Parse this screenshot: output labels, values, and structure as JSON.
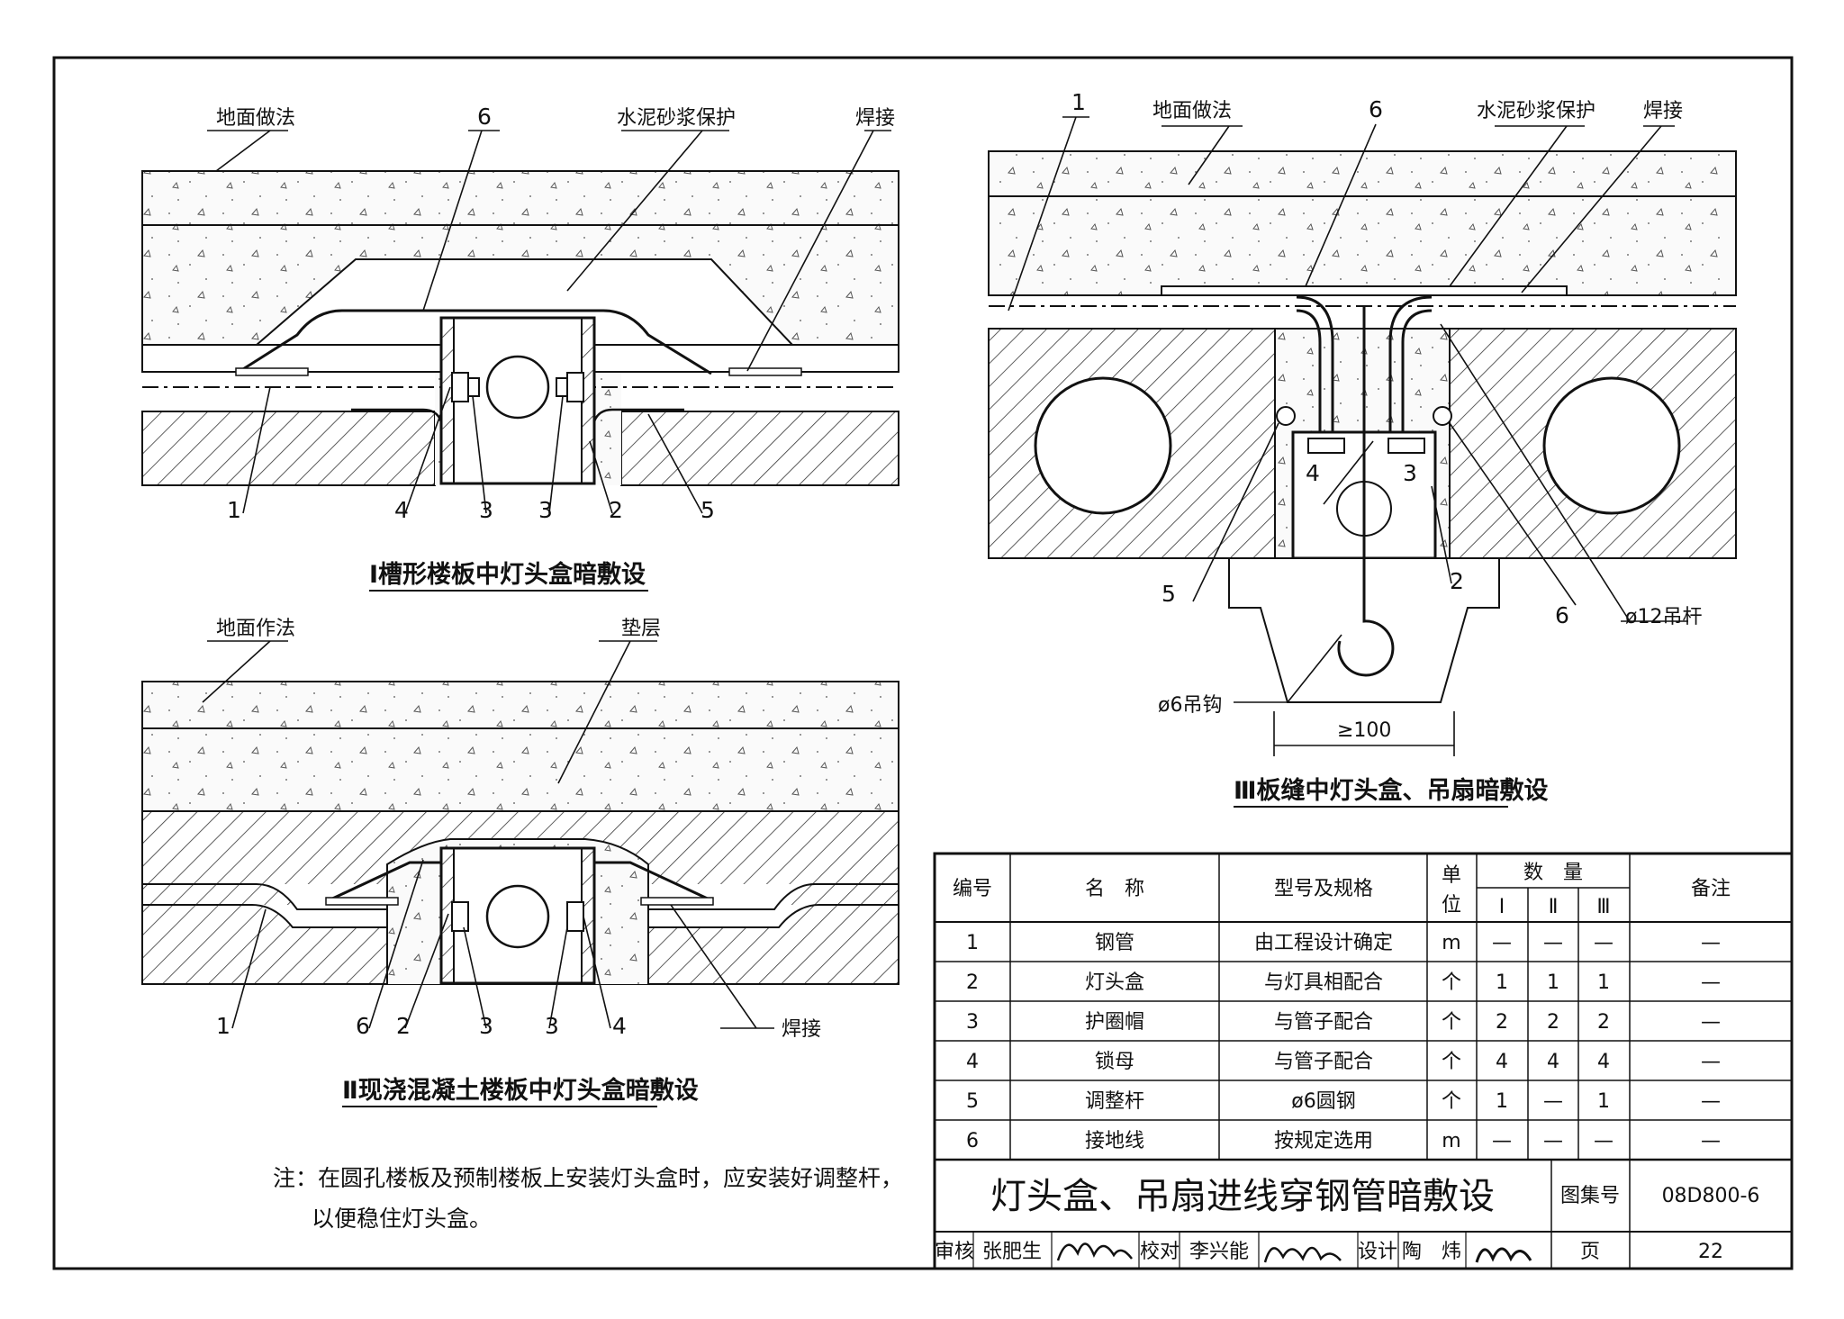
{
  "colors": {
    "ink": "#111111",
    "paper": "#ffffff",
    "hatch": "#333333",
    "fill": "#f2f2f2"
  },
  "detail1": {
    "caption": "Ⅰ槽形楼板中灯头盒暗敷设",
    "labels": {
      "floor": "地面做法",
      "mortar": "水泥砂浆保护",
      "weld": "焊接",
      "n6": "6"
    },
    "bottom_nums": [
      "1",
      "4",
      "3",
      "3",
      "2",
      "5"
    ]
  },
  "detail2": {
    "caption": "Ⅱ现浇混凝土楼板中灯头盒暗敷设",
    "labels": {
      "floor": "地面作法",
      "cushion": "垫层",
      "weld": "焊接"
    },
    "bottom_nums": [
      "1",
      "6",
      "2",
      "3",
      "3",
      "4"
    ]
  },
  "detail3": {
    "caption": "Ⅲ板缝中灯头盒、吊扇暗敷设",
    "labels": {
      "n1": "1",
      "floor": "地面做法",
      "n6top": "6",
      "mortar": "水泥砂浆保护",
      "weld": "焊接",
      "n4": "4",
      "n3": "3",
      "n5": "5",
      "n2": "2",
      "n6": "6",
      "rod": "ø12吊杆",
      "hook": "ø6吊钩",
      "dim": "≥100"
    }
  },
  "note": {
    "line1": "注：在圆孔楼板及预制楼板上安装灯头盒时，应安装好调整杆，",
    "line2": "以便稳住灯头盒。"
  },
  "table": {
    "headers": {
      "no": "编号",
      "name": "名　称",
      "spec": "型号及规格",
      "unit1": "单",
      "unit2": "位",
      "qty": "数　量",
      "q1": "Ⅰ",
      "q2": "Ⅱ",
      "q3": "Ⅲ",
      "remark": "备注"
    },
    "rows": [
      [
        "1",
        "钢管",
        "由工程设计确定",
        "m",
        "—",
        "—",
        "—",
        "—"
      ],
      [
        "2",
        "灯头盒",
        "与灯具相配合",
        "个",
        "1",
        "1",
        "1",
        "—"
      ],
      [
        "3",
        "护圈帽",
        "与管子配合",
        "个",
        "2",
        "2",
        "2",
        "—"
      ],
      [
        "4",
        "锁母",
        "与管子配合",
        "个",
        "4",
        "4",
        "4",
        "—"
      ],
      [
        "5",
        "调整杆",
        "ø6圆钢",
        "个",
        "1",
        "—",
        "1",
        "—"
      ],
      [
        "6",
        "接地线",
        "按规定选用",
        "m",
        "—",
        "—",
        "—",
        "—"
      ]
    ]
  },
  "title_block": {
    "title": "灯头盒、吊扇进线穿钢管暗敷设",
    "atlas_label": "图集号",
    "atlas_no": "08D800-6",
    "review": "审核",
    "reviewer": "张肥生",
    "check": "校对",
    "checker": "李兴能",
    "design": "设计",
    "designer": "陶　炜",
    "page_label": "页",
    "page_no": "22"
  }
}
